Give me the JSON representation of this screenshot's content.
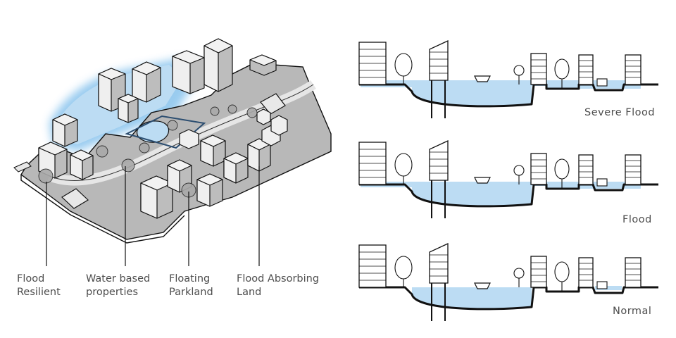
{
  "labels": {
    "flood_resilient": [
      "Flood",
      "Resilient"
    ],
    "water_based": [
      "Water based",
      "properties"
    ],
    "floating_parkland": [
      "Floating",
      "Parkland"
    ],
    "flood_absorbing": [
      "Flood Absorbing",
      "Land"
    ]
  },
  "sections": {
    "severe": "Severe Flood",
    "flood": "Flood",
    "normal": "Normal"
  },
  "colors": {
    "water": "#bcdcf3",
    "water_glow": "#8ec6ee",
    "ground": "#b8b8b8",
    "building_roof": "#f2f2f2",
    "building_side": "#bdbdbd",
    "ink": "#111111"
  }
}
